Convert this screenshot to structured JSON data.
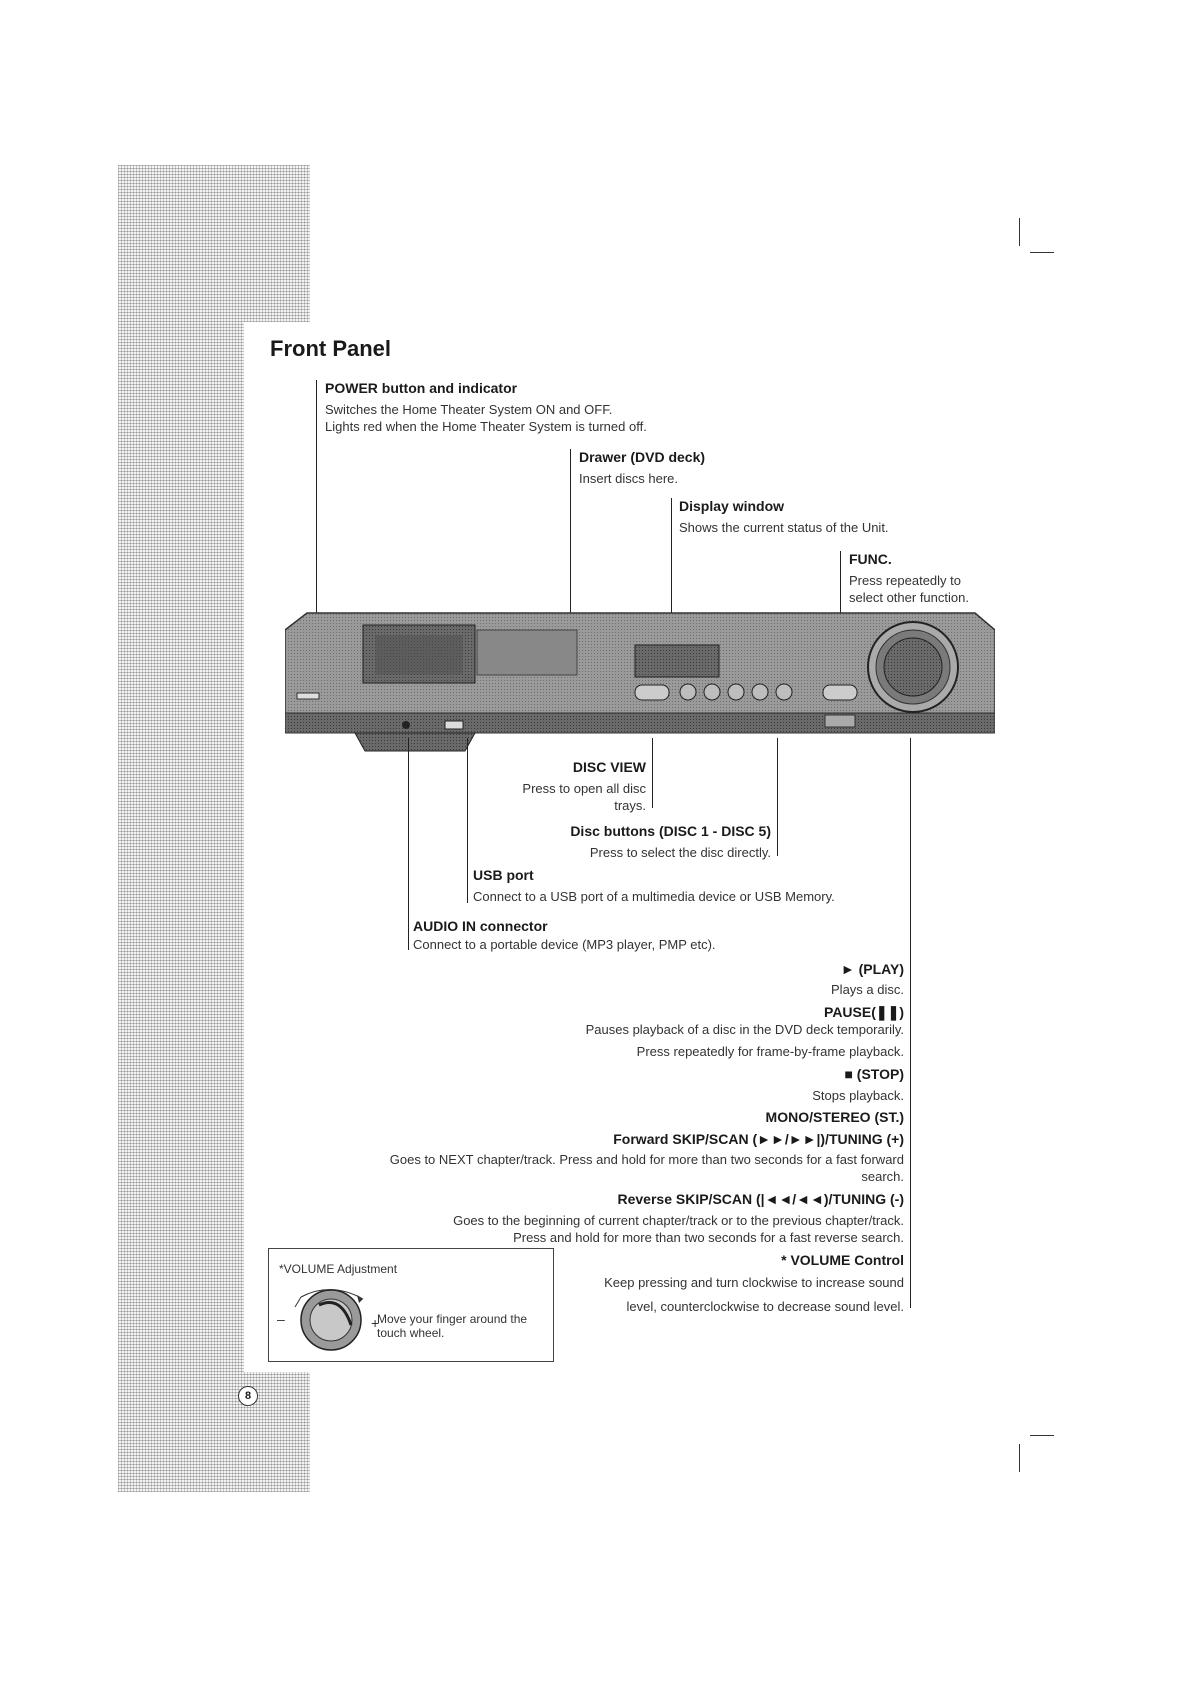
{
  "page": {
    "title": "Front Panel",
    "page_number": "8"
  },
  "labels": {
    "power": {
      "title": "POWER button and indicator",
      "desc1": "Switches the Home Theater System ON and OFF.",
      "desc2": "Lights red when the Home Theater System is turned off."
    },
    "drawer": {
      "title": "Drawer (DVD deck)",
      "desc": "Insert discs here."
    },
    "display": {
      "title": "Display window",
      "desc": "Shows the current status of the Unit."
    },
    "func": {
      "title": "FUNC.",
      "desc1": "Press repeatedly to",
      "desc2": "select other function."
    },
    "disc_view": {
      "title": "DISC VIEW",
      "desc1": "Press to open all disc",
      "desc2": "trays."
    },
    "disc_buttons": {
      "title": "Disc buttons (DISC 1 - DISC 5)",
      "desc": "Press to select the disc directly."
    },
    "usb": {
      "title": "USB port",
      "desc": "Connect to a USB port of a multimedia device or USB Memory."
    },
    "audio_in": {
      "title": "AUDIO IN connector",
      "desc": "Connect to a portable device (MP3 player, PMP etc)."
    },
    "play": {
      "title": "► (PLAY)",
      "desc": "Plays a disc."
    },
    "pause": {
      "title": "PAUSE(❚❚)",
      "desc1": "Pauses playback of a disc in the DVD deck temporarily.",
      "desc2": "Press repeatedly for frame-by-frame playback."
    },
    "stop": {
      "title": "■ (STOP)",
      "desc": "Stops playback."
    },
    "mono": {
      "title": "MONO/STEREO (ST.)"
    },
    "forward": {
      "title": "Forward SKIP/SCAN (►►/►►|)/TUNING (+)",
      "desc1": "Goes to NEXT chapter/track. Press and hold for more than two seconds for a fast forward",
      "desc2": "search."
    },
    "reverse": {
      "title": "Reverse SKIP/SCAN (|◄◄/◄◄)/TUNING (-)",
      "desc1": "Goes to the beginning of current chapter/track or to the previous chapter/track.",
      "desc2": "Press and hold for more than two seconds for a fast reverse search."
    },
    "volume": {
      "title": "* VOLUME Control",
      "desc1": "Keep pressing and turn clockwise to increase sound",
      "desc2": "level, counterclockwise to decrease sound level."
    }
  },
  "volume_box": {
    "title": "*VOLUME Adjustment",
    "text1": "Move your finger around the",
    "text2": "touch wheel.",
    "minus": "–",
    "plus": "+"
  },
  "colors": {
    "device_body": "#8c8c8c",
    "device_dark": "#5a5a5a",
    "text": "#1a1a1a"
  }
}
